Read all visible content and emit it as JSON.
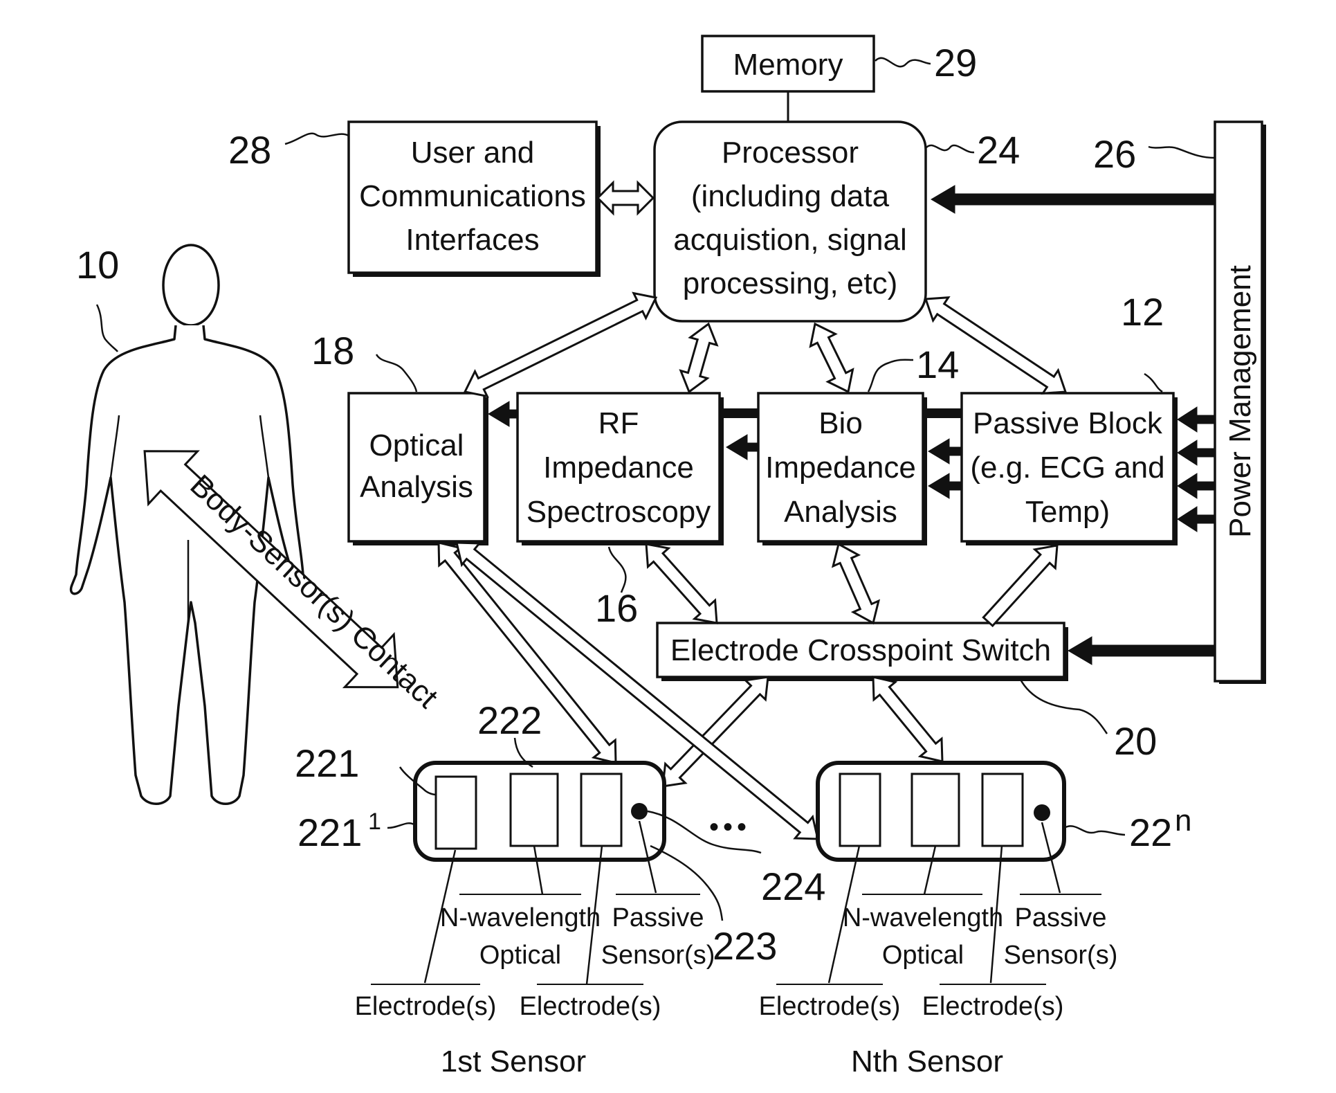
{
  "blocks": {
    "memory": "Memory",
    "user_comm": [
      "User and",
      "Communications",
      "Interfaces"
    ],
    "processor": [
      "Processor",
      "(including data",
      "acquistion, signal",
      "processing, etc)"
    ],
    "optical": [
      "Optical",
      "Analysis"
    ],
    "rf": [
      "RF",
      "Impedance",
      "Spectroscopy"
    ],
    "bio": [
      "Bio",
      "Impedance",
      "Analysis"
    ],
    "passive": [
      "Passive Block",
      "(e.g. ECG and",
      "Temp)"
    ],
    "power": "Power Management",
    "crosspoint": "Electrode Crosspoint Switch"
  },
  "body_arrow_label": "Body-Sensor(s) Contact",
  "refs": {
    "r10": "10",
    "r12": "12",
    "r14": "14",
    "r16": "16",
    "r18": "18",
    "r20": "20",
    "r24": "24",
    "r26": "26",
    "r28": "28",
    "r29": "29",
    "r221a": "221",
    "r221b": "221",
    "r221b_sup": "1",
    "r222": "222",
    "r223": "223",
    "r224": "224",
    "r22n": "22",
    "r22n_sup": "n"
  },
  "ellipsis": "•••",
  "sensor_labels": {
    "first": {
      "electrode_a": "Electrode(s)",
      "optical": [
        "N-wavelength",
        "Optical"
      ],
      "electrode_b": "Electrode(s)",
      "passive": [
        "Passive",
        "Sensor(s)"
      ],
      "caption": "1st Sensor"
    },
    "nth": {
      "electrode_a": "Electrode(s)",
      "optical": [
        "N-wavelength",
        "Optical"
      ],
      "electrode_b": "Electrode(s)",
      "passive": [
        "Passive",
        "Sensor(s)"
      ],
      "caption": "Nth Sensor"
    }
  }
}
